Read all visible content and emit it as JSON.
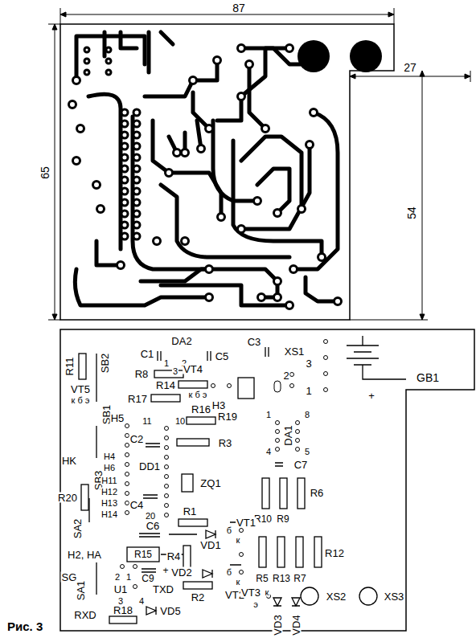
{
  "diagram": {
    "caption": "Рис. 3",
    "labels": [
      "87",
      "65",
      "27",
      "54",
      "R11",
      "SB2",
      "C1",
      "DA2",
      "1",
      "2",
      "3",
      "C5",
      "C3",
      "XS1",
      "GB1",
      "R8",
      "VT4",
      "к б э",
      "R14",
      "H3",
      "R19",
      "2",
      "3",
      "1",
      "VT5",
      "к б э",
      "R17",
      "SB1",
      "H5",
      "R16",
      "11",
      "10",
      "C2",
      "R3",
      "1",
      "8",
      "DA1",
      "4",
      "5",
      "C7",
      "HK",
      "H4",
      "H6",
      "DD1",
      "ZQ1",
      "SB3",
      "H11",
      "H12",
      "R20",
      "H13",
      "C4",
      "R6",
      "H14",
      "20",
      "R10",
      "R9",
      "R1",
      "VT1",
      "C6",
      "SA2",
      "б",
      "к",
      "VD1",
      "H2, HA",
      "R15",
      "R4",
      "R12",
      "б",
      "к",
      "VD2",
      "R2",
      "VT2",
      "TXD",
      "SG",
      "2",
      "1",
      "C9",
      "+",
      "U1",
      "3",
      "4",
      "R5",
      "R13",
      "R7",
      "VT3",
      "к",
      "э",
      "XS2",
      "XS3",
      "SA1",
      "RXD",
      "R18",
      "VD5",
      "VD3",
      "VD4",
      "+"
    ]
  }
}
